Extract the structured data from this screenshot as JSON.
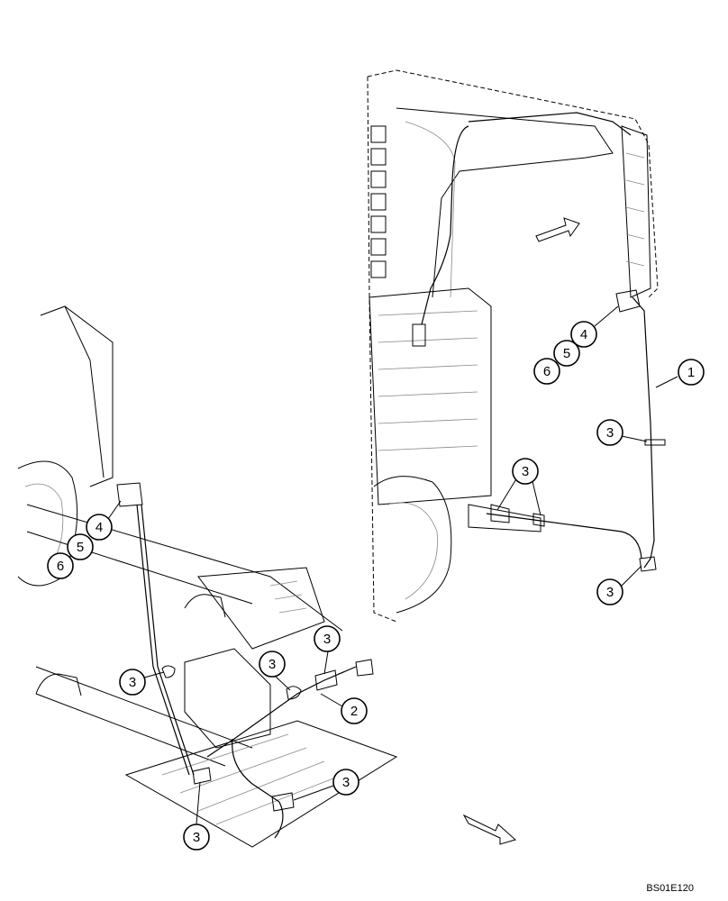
{
  "drawing_code": "BS01E120",
  "callouts": [
    {
      "label": "1"
    },
    {
      "label": "2"
    },
    {
      "label": "3"
    },
    {
      "label": "4"
    },
    {
      "label": "5"
    },
    {
      "label": "6"
    }
  ],
  "callout_instances": [
    "1",
    "4",
    "5",
    "6",
    "3",
    "3",
    "3",
    "4",
    "5",
    "6",
    "3",
    "3",
    "3",
    "2",
    "3",
    "3"
  ]
}
